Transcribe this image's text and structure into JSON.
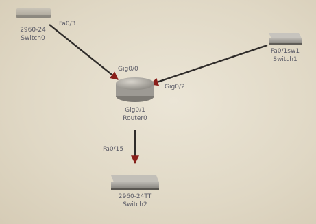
{
  "devices": {
    "switch0": {
      "model": "2960-24",
      "name": "Switch0"
    },
    "switch1": {
      "model": "Fa0/1sw1",
      "name": "Switch1"
    },
    "switch2": {
      "model": "2960-24TT",
      "name": "Switch2"
    },
    "router0": {
      "model": "Gig0/1",
      "name": "Router0"
    }
  },
  "links": {
    "switch0_port": "Fa0/3",
    "router_gig00": "Gig0/0",
    "router_gig02": "Gig0/2",
    "switch2_port": "Fa0/15"
  },
  "colors": {
    "link": "#2f2c2a",
    "arrow": "#8a1f1a",
    "label": "#5a5a66"
  }
}
